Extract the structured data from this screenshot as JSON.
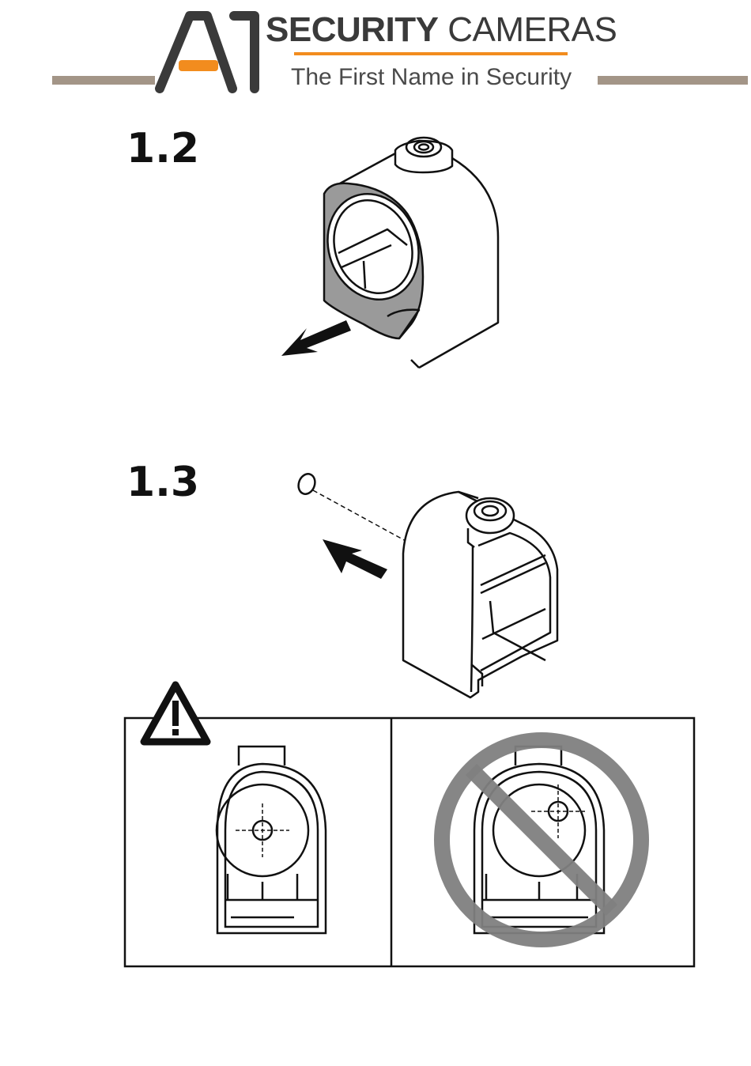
{
  "header": {
    "brand_strong": "SECURITY",
    "brand_light": "CAMERAS",
    "tagline": "The First Name in Security",
    "colors": {
      "accent": "#f28c1e",
      "rule": "#a39587",
      "logo": "#3a3a3a"
    }
  },
  "steps": [
    {
      "label": "1.2"
    },
    {
      "label": "1.3"
    }
  ],
  "icons": {
    "warning": "warning-triangle-icon",
    "prohibited": "prohibited-icon"
  }
}
